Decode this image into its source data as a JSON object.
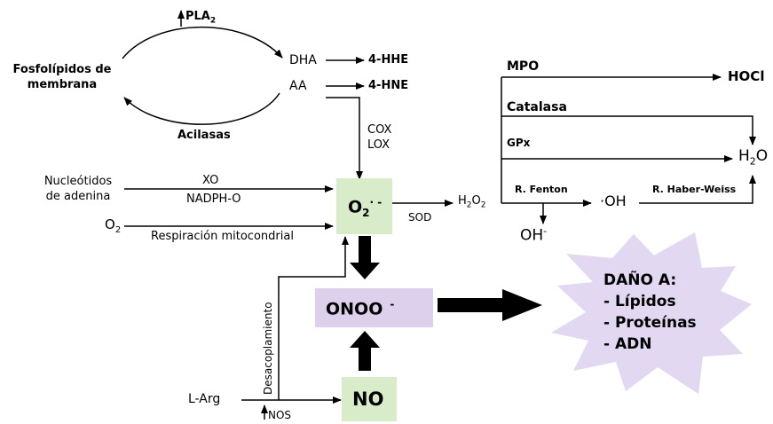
{
  "colors": {
    "green_box": "#d9ecc9",
    "purple_box": "#dcd0ec",
    "starburst": "#e2d8f2",
    "line": "#000000"
  },
  "lipids": {
    "pla2": "PLA",
    "pla2_sub": "2",
    "phospholipids": [
      "Fosfolípidos de",
      "membrana"
    ],
    "dha": "DHA",
    "aa": "AA",
    "hhe": "4-HHE",
    "hne": "4-HNE",
    "acylases": "Acilasas",
    "cox": "COX",
    "lox": "LOX"
  },
  "sources": {
    "nucleotides": [
      "Nucleótidos",
      "de adenina"
    ],
    "xo": "XO",
    "nadph": "NADPH-O",
    "o2": "O",
    "o2_sub": "2",
    "respiration": "Respiración mitocondrial"
  },
  "superoxide": {
    "label": "O",
    "sub": "2",
    "charge": "· -"
  },
  "peroxide": {
    "sod": "SOD",
    "h2o2_h": "H",
    "h2o2_sub1": "2",
    "h2o2_o": "O",
    "h2o2_sub2": "2"
  },
  "right": {
    "mpo": "MPO",
    "hocl": "HOCl",
    "catalasa": "Catalasa",
    "gpx": "GPx",
    "h2o_h": "H",
    "h2o_sub": "2",
    "h2o_o": "O",
    "fenton": "R. Fenton",
    "oh_radical": "·OH",
    "haber": "R. Haber-Weiss",
    "oh_minus": "OH",
    "oh_minus_charge": "-"
  },
  "peroxynitrite": {
    "label": "ONOO",
    "charge": "-"
  },
  "nitric": {
    "uncoupling": "Desacoplamiento",
    "larg": "L-Arg",
    "nos": "NOS",
    "no": "NO"
  },
  "damage": {
    "title": "DAÑO A:",
    "items": [
      "- Lípidos",
      "- Proteínas",
      "- ADN"
    ]
  }
}
